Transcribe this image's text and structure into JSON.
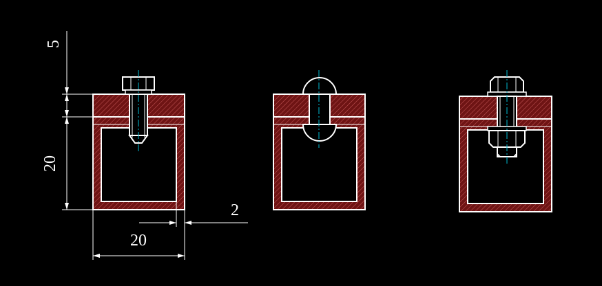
{
  "colors": {
    "background": "#000000",
    "outline": "#ffffff",
    "hatch_fill": "#6e1414",
    "hatch_line": "#c85a5a",
    "centerline": "#00bcd4"
  },
  "dimensions": {
    "top_thickness": "5",
    "height": "20",
    "width": "20",
    "wall_thickness": "2"
  }
}
